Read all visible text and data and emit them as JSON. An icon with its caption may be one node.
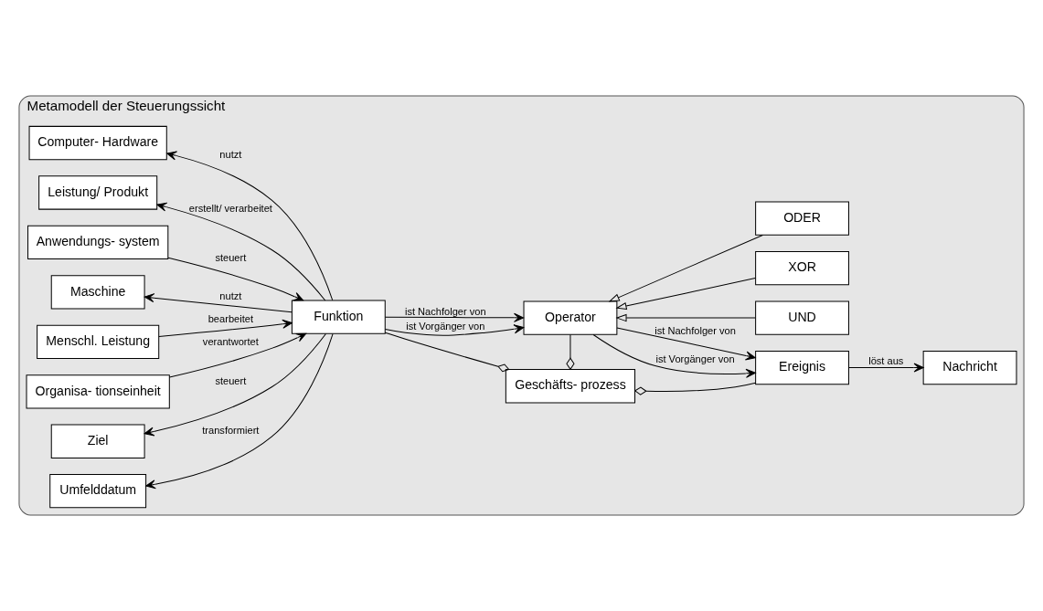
{
  "diagram": {
    "nodes": [
      {
        "text": [
          "Metamodell der Steuerungssicht"
        ]
      },
      {
        "text": [
          "Computer- Hardware"
        ],
        "in": 0
      },
      {
        "text": [
          "Leistung/ Produkt"
        ],
        "in": 0
      },
      {
        "text": [
          "Anwendungs- system"
        ],
        "in": 0
      },
      {
        "text": [
          "Maschine"
        ],
        "in": 0
      },
      {
        "text": [
          "Menschl. Leistung"
        ],
        "in": 0
      },
      {
        "text": [
          "Organisa- tionseinheit"
        ],
        "in": 0
      },
      {
        "text": [
          "Ziel"
        ],
        "in": 0
      },
      {
        "text": [
          "Umfelddatum"
        ],
        "in": 0
      },
      {
        "text": [
          "Geschäfts- prozess"
        ],
        "in": 0
      },
      {
        "text": [
          "Funktion"
        ],
        "in": 0
      },
      {
        "text": [
          "Operator"
        ],
        "in": 0
      },
      {
        "text": [
          "Ereignis"
        ],
        "in": 0
      },
      {
        "text": [
          "UND"
        ],
        "in": 0
      },
      {
        "text": [
          "XOR"
        ],
        "in": 0
      },
      {
        "text": [
          "ODER"
        ],
        "in": 0
      },
      {
        "text": [
          "Nachricht"
        ],
        "in": 0
      }
    ],
    "edges": [
      {
        "from": 10,
        "to": 1,
        "arrow": "to",
        "label": "nutzt"
      },
      {
        "from": 10,
        "to": 2,
        "arrow": "to",
        "label": "erstellt/ verarbeitet"
      },
      {
        "from": 3,
        "to": 10,
        "arrow": "to",
        "label": "steuert"
      },
      {
        "from": 10,
        "to": 4,
        "arrow": "to",
        "label": "nutzt"
      },
      {
        "from": 5,
        "to": 10,
        "arrow": "to",
        "label": "bearbeitet"
      },
      {
        "from": 6,
        "to": 10,
        "arrow": "to",
        "label": "verantwortet"
      },
      {
        "from": 10,
        "to": 7,
        "arrow": "to",
        "label": "steuert"
      },
      {
        "from": 10,
        "to": 8,
        "arrow": "to",
        "label": "transformiert"
      },
      {
        "from": 10,
        "to": 9,
        "arrow": "other"
      },
      {
        "from": 11,
        "to": 9,
        "arrow": "other"
      },
      {
        "from": 12,
        "to": 9,
        "arrow": "other"
      },
      {
        "from": 10,
        "to": 11,
        "arrow": "to",
        "label": "ist Vorgänger von"
      },
      {
        "from": 10,
        "to": 11,
        "arrow": "to",
        "label": "ist Nachfolger von"
      },
      {
        "from": 11,
        "to": 12,
        "arrow": "to",
        "label": "ist Vorgänger von"
      },
      {
        "from": 11,
        "to": 12,
        "arrow": "to",
        "label": "ist Nachfolger von"
      },
      {
        "from": 13,
        "to": 11,
        "arrow": "to"
      },
      {
        "from": 14,
        "to": 11,
        "arrow": "to"
      },
      {
        "from": 15,
        "to": 11,
        "arrow": "to"
      },
      {
        "from": 12,
        "to": 16,
        "arrow": "to",
        "label": "löst aus"
      }
    ]
  }
}
